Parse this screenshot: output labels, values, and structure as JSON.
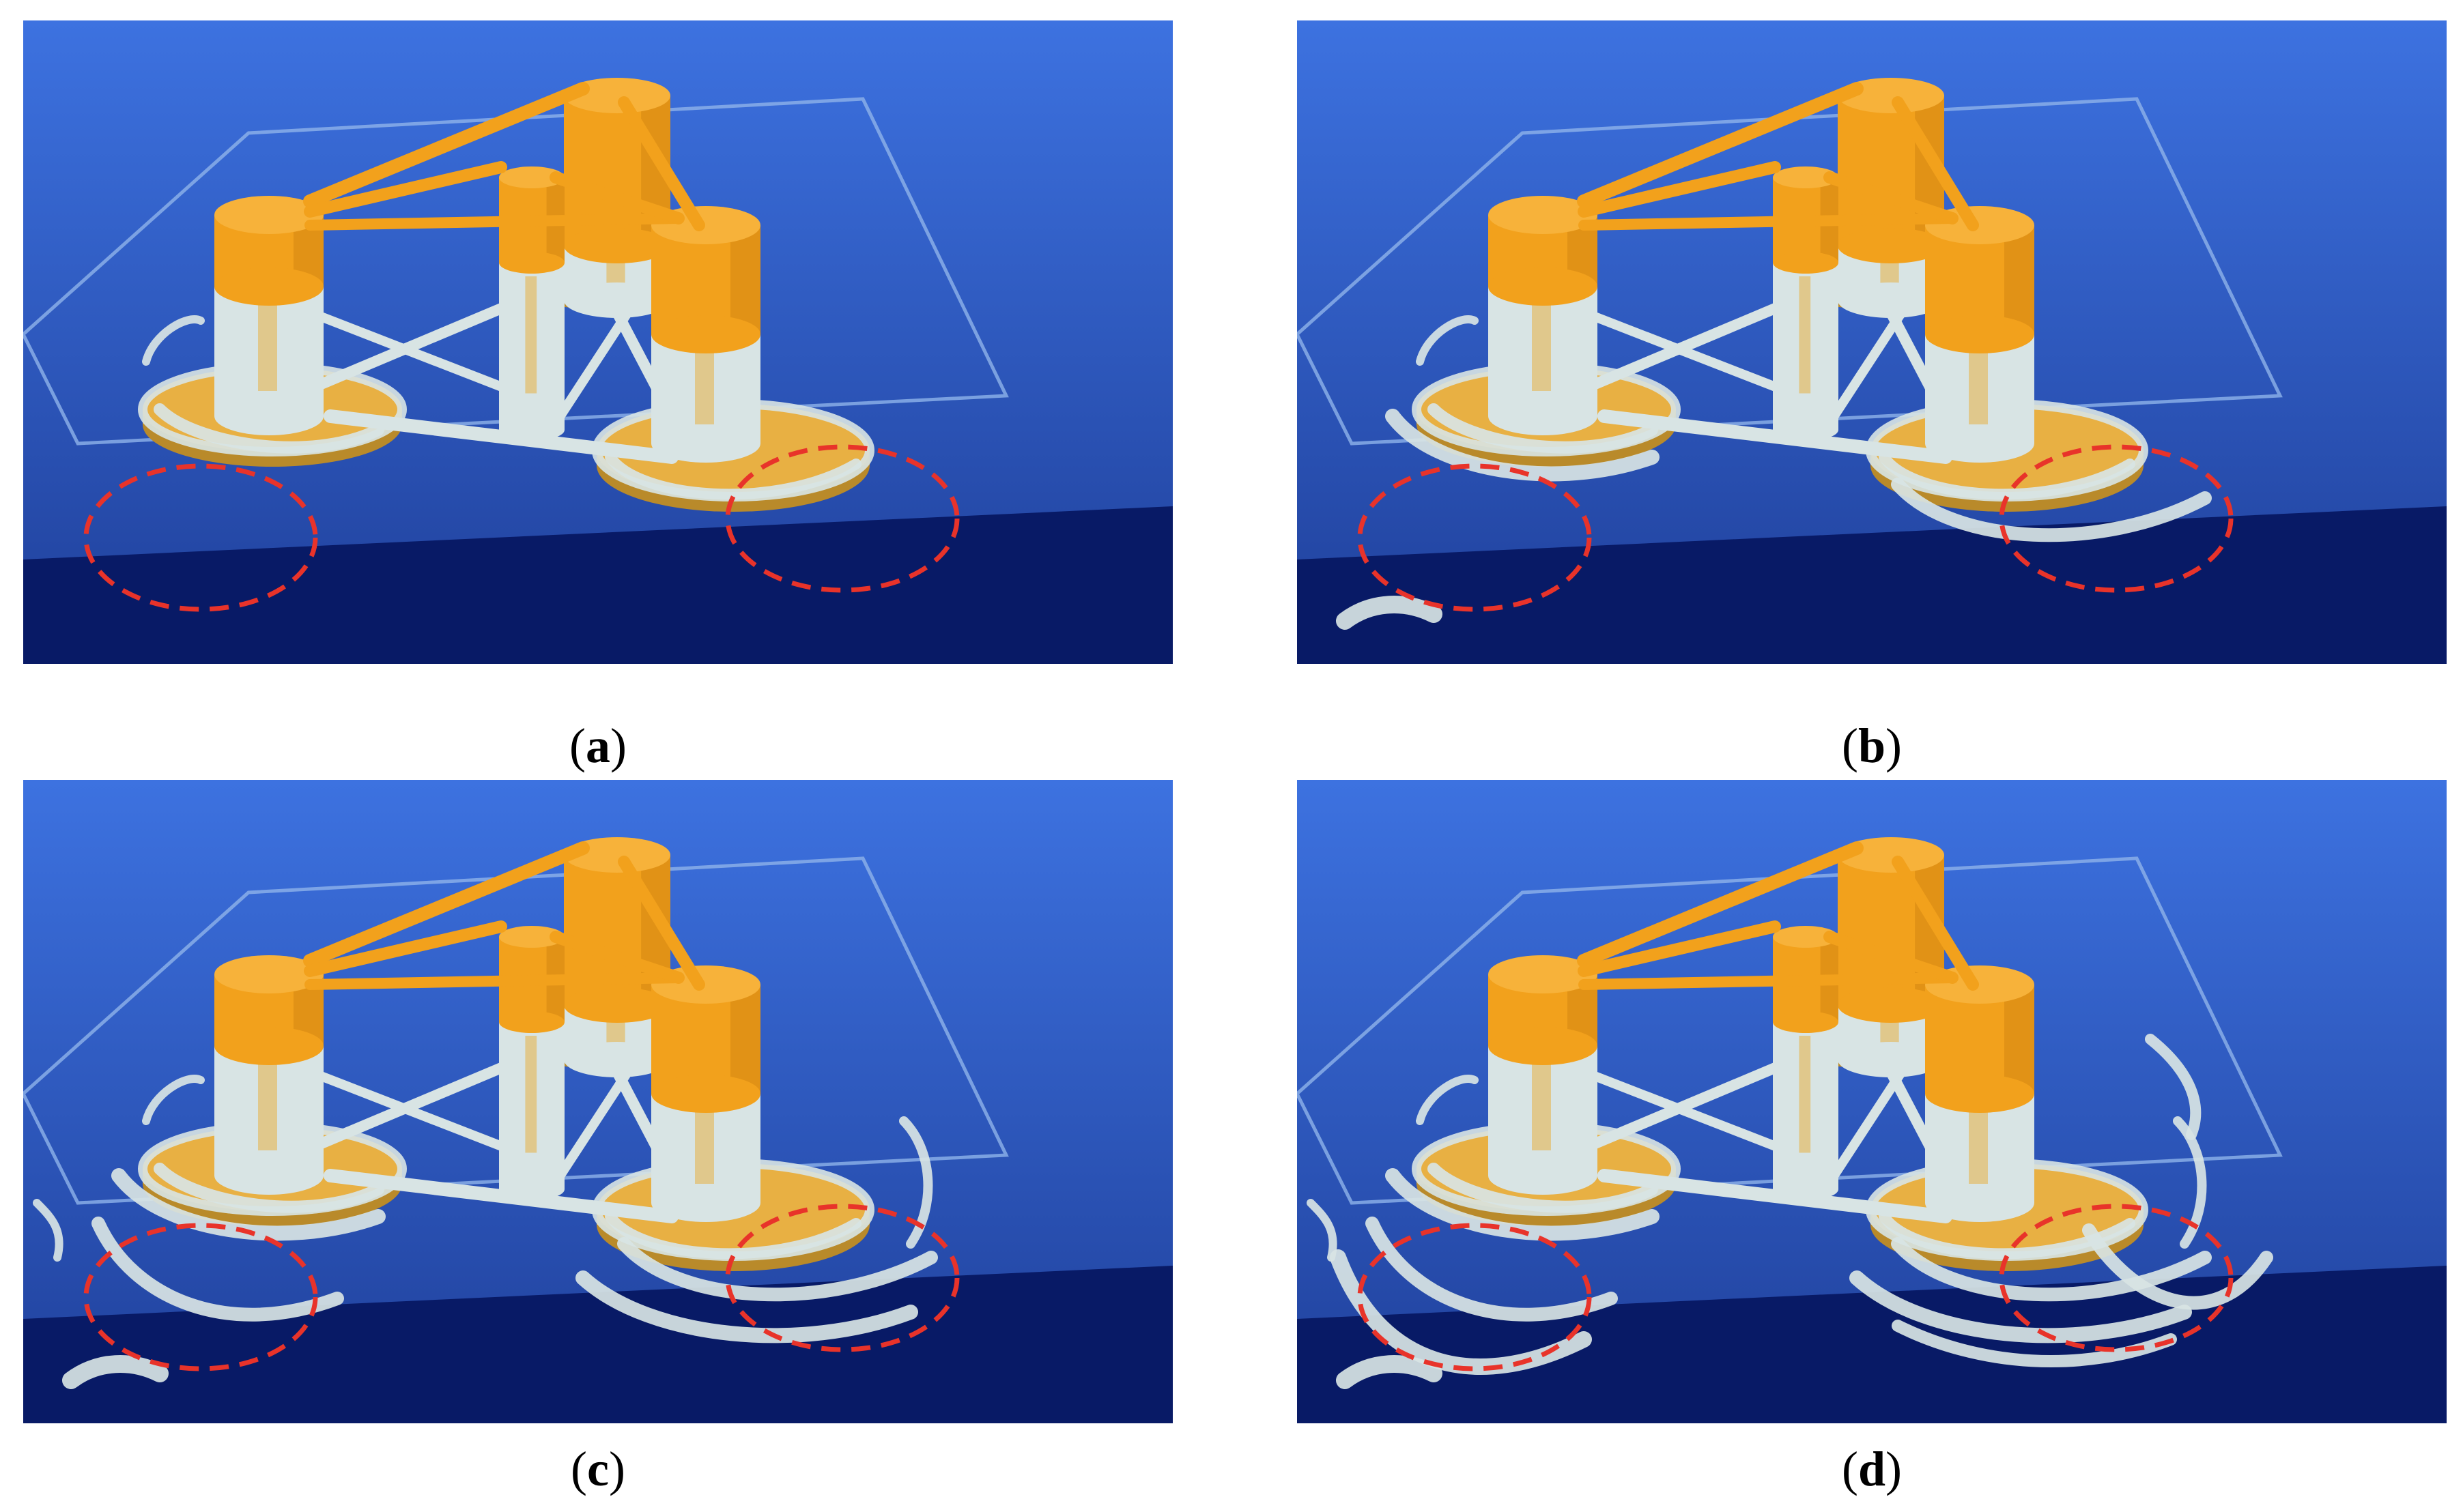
{
  "colors": {
    "sky_top": "#3d72e0",
    "sky_bottom": "#1f3f9a",
    "seabed": "#081a66",
    "platform_orange": "#f2a11c",
    "platform_orange_dark": "#c97d10",
    "plate_yellow": "#e8b043",
    "vortex_white": "#d8e4e4",
    "marker_red": "#e8332a"
  },
  "panels": [
    {
      "id": "a",
      "caption_open": "(",
      "caption_letter": "a",
      "caption_close": ")",
      "vortex_level": 1
    },
    {
      "id": "b",
      "caption_open": "(",
      "caption_letter": "b",
      "caption_close": ")",
      "vortex_level": 2
    },
    {
      "id": "c",
      "caption_open": "(",
      "caption_letter": "c",
      "caption_close": ")",
      "vortex_level": 3
    },
    {
      "id": "d",
      "caption_open": "(",
      "caption_letter": "d",
      "caption_close": ")",
      "vortex_level": 4
    }
  ]
}
